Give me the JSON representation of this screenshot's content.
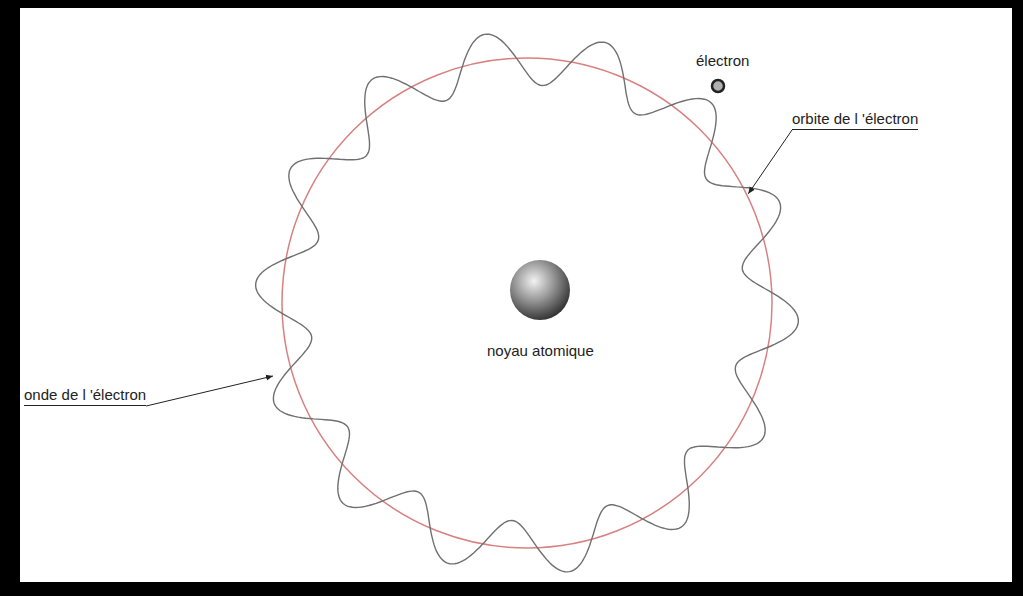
{
  "diagram": {
    "labels": [
      "électron",
      "orbite de l 'électron",
      "noyau atomique",
      "onde de l 'électron"
    ]
  }
}
